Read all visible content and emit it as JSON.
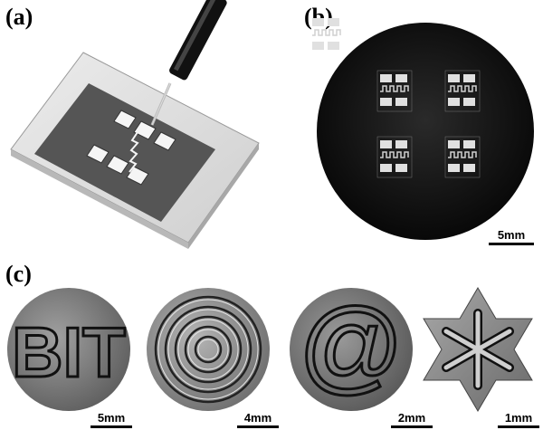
{
  "panels": {
    "a": {
      "label": "(a)"
    },
    "b": {
      "label": "(b)",
      "scale_label": "5mm"
    },
    "c": {
      "label": "(c)",
      "samples": [
        {
          "text": "BIT",
          "scale_label": "5mm"
        },
        {
          "text": "",
          "scale_label": "4mm"
        },
        {
          "text": "@",
          "scale_label": "2mm"
        },
        {
          "text": "",
          "scale_label": "1mm"
        }
      ]
    }
  },
  "colors": {
    "substrate": "#dcdcdc",
    "film": "#555555",
    "metal_dark": "#1a1a1a",
    "metal_gray": "#8a8a8a"
  }
}
